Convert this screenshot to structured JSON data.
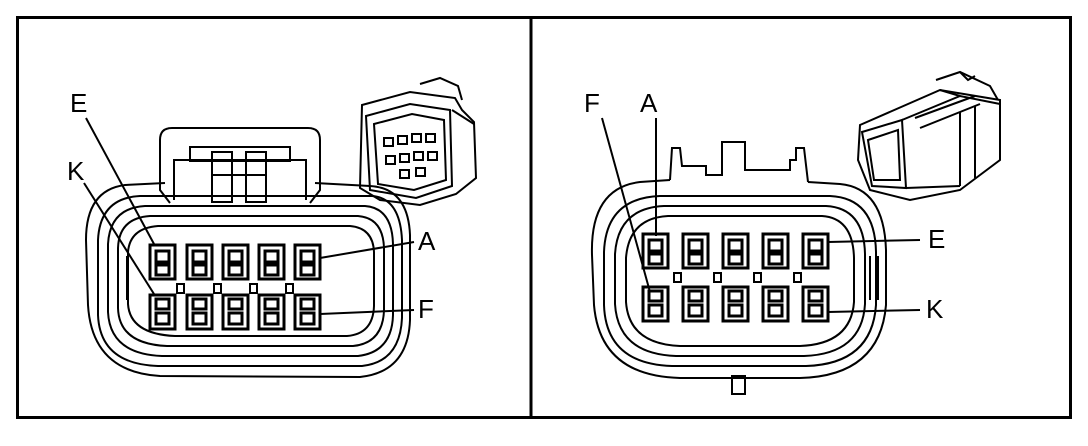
{
  "panels": [
    {
      "view": "harness",
      "pin_labels": {
        "top_left": "E",
        "bottom_left": "K",
        "top_right": "A",
        "bottom_right": "F"
      }
    },
    {
      "view": "component",
      "pin_labels": {
        "top_left_outer": "F",
        "top_left_inner": "A",
        "top_right": "E",
        "bottom_right": "K"
      }
    }
  ],
  "colors": {
    "line": "#000000",
    "background": "#ffffff"
  }
}
